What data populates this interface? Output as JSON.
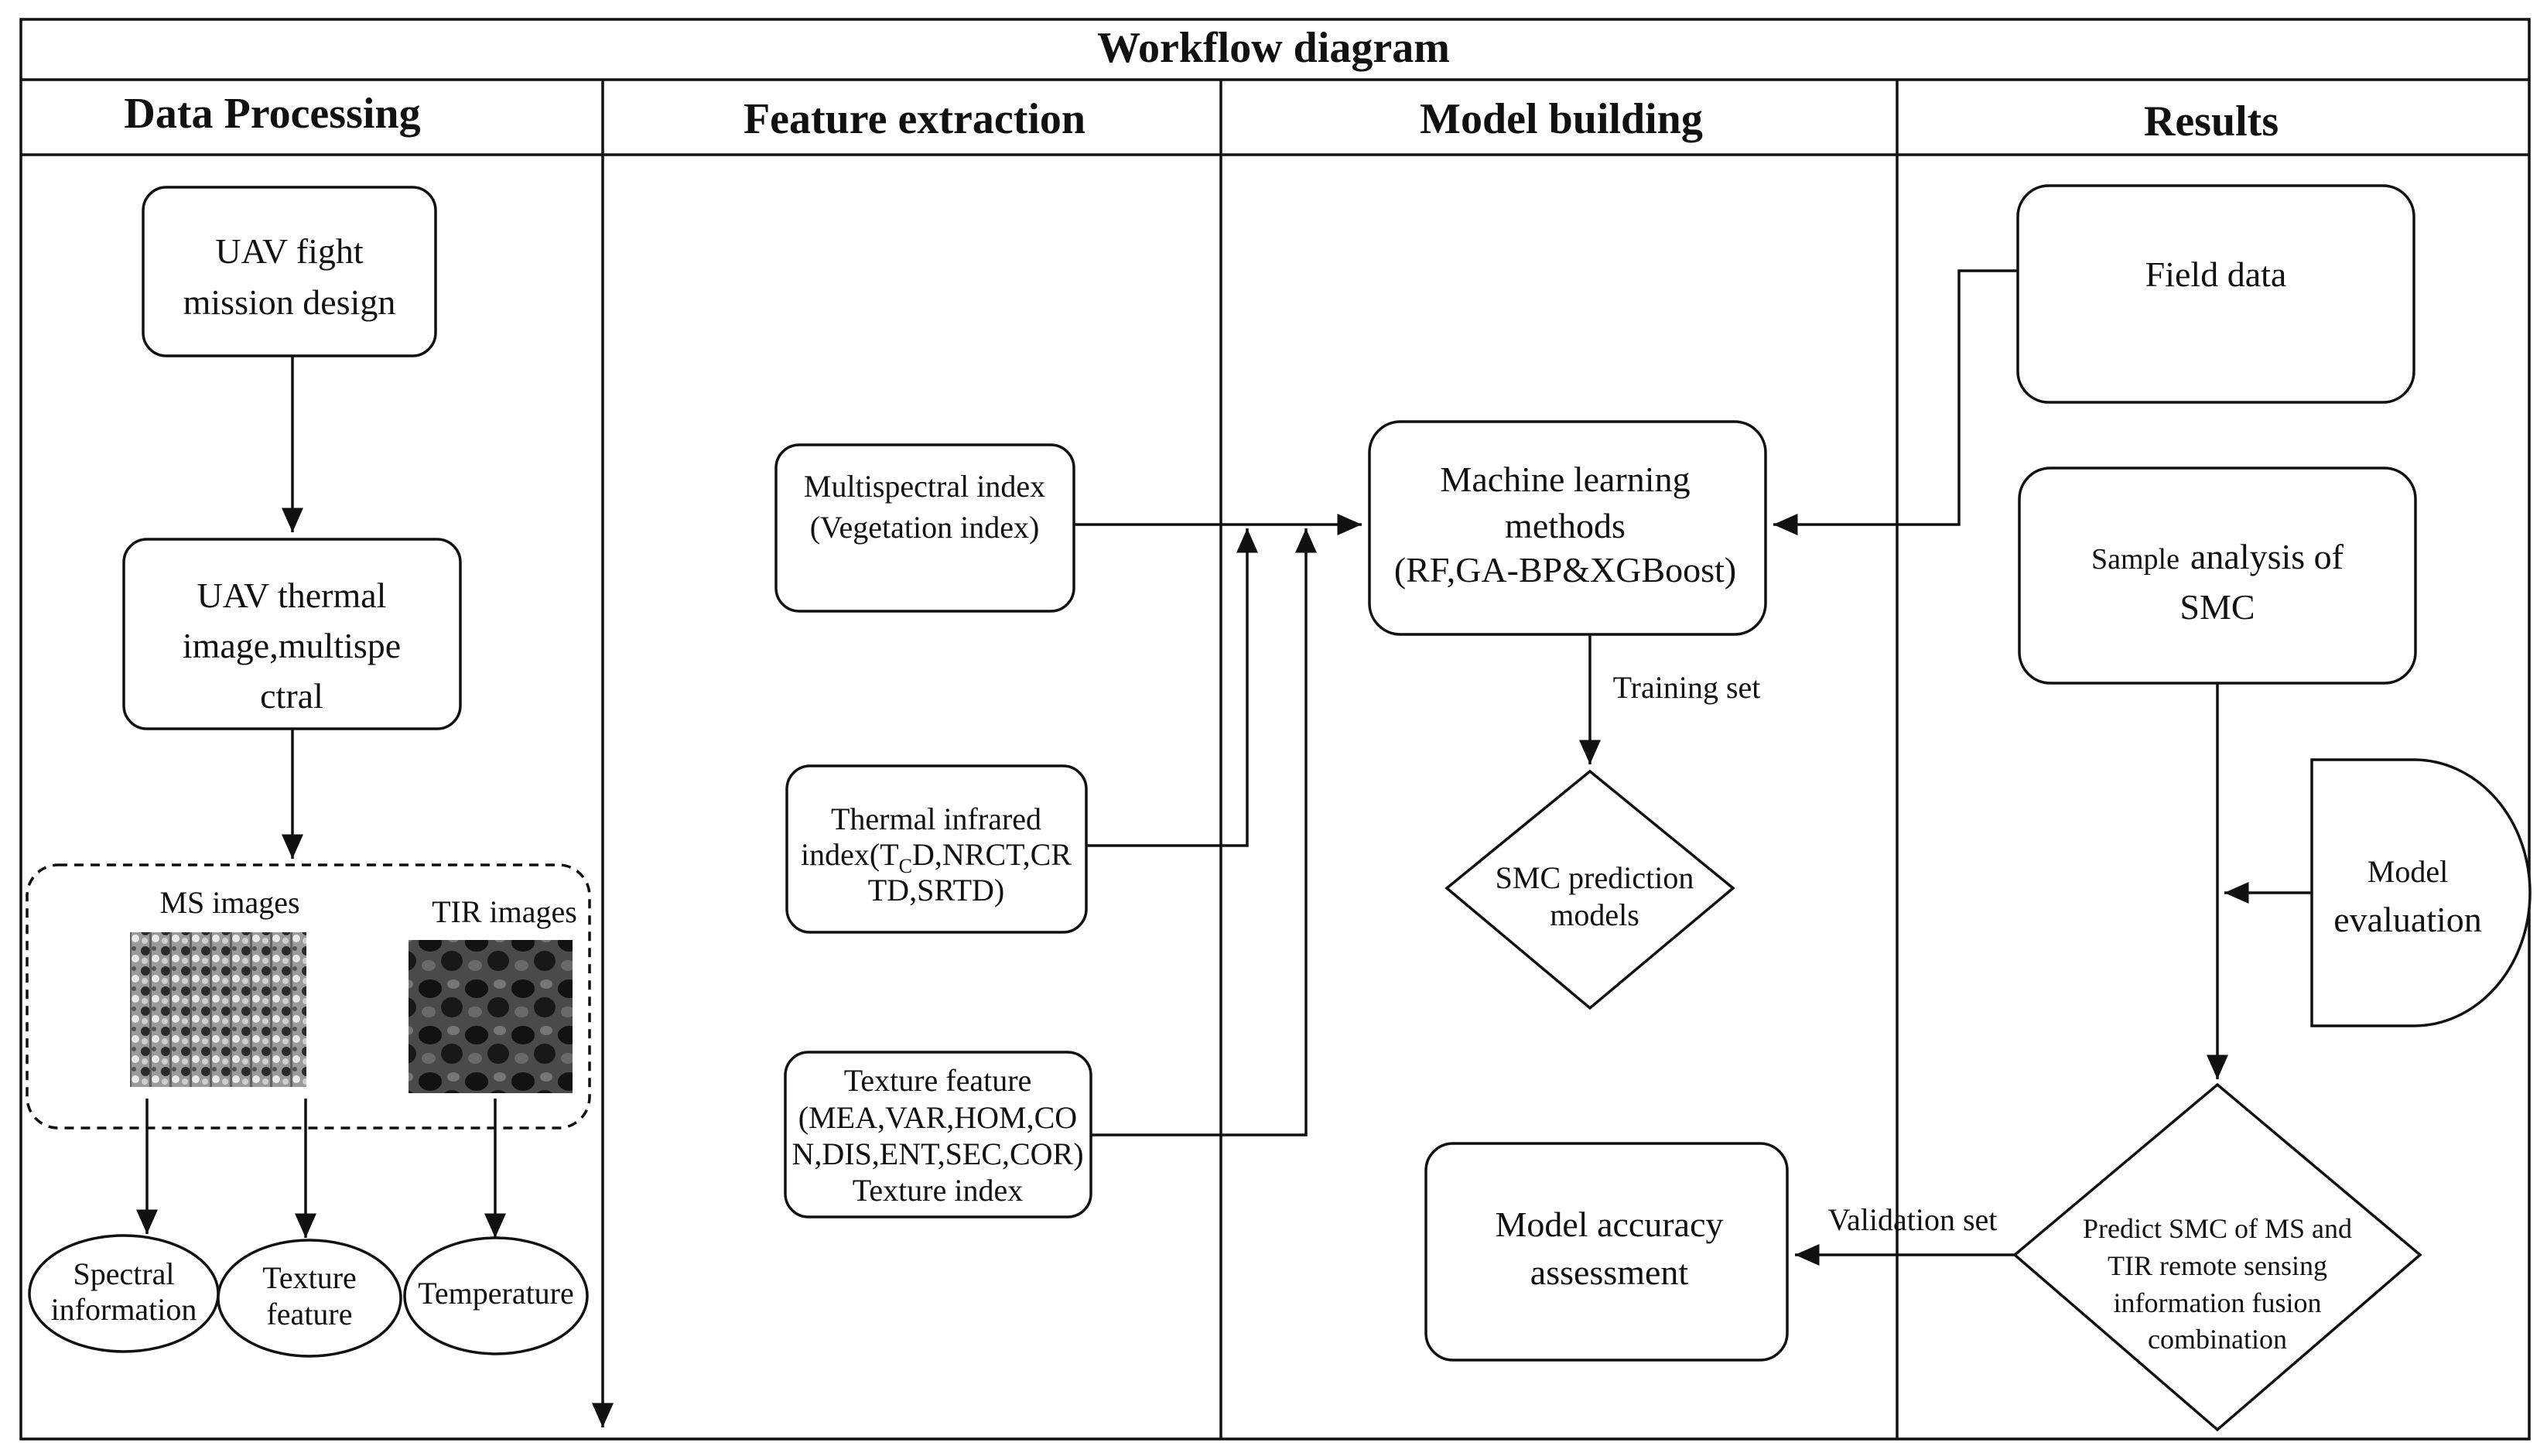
{
  "title": "Workflow diagram",
  "columns": {
    "data_processing": "Data Processing",
    "feature_extraction": "Feature extraction",
    "model_building": "Model building",
    "results": "Results"
  },
  "data_processing": {
    "mission_design": [
      "UAV fight",
      "mission design"
    ],
    "uav_images": [
      "UAV thermal",
      "image,multispe",
      "ctral"
    ],
    "ms_images": "MS images",
    "tir_images": "TIR images",
    "spectral_information": [
      "Spectral",
      "information"
    ],
    "texture_feature": [
      "Texture",
      "feature"
    ],
    "temperature": "Temperature"
  },
  "feature_extraction": {
    "multispectral_index": [
      "Multispectral index",
      "(Vegetation index)"
    ],
    "thermal_index": {
      "line1": "Thermal infrared",
      "line2_pre": "index(T",
      "line2_sub": "C",
      "line2_post": "D,NRCT,CR",
      "line3": "TD,SRTD)"
    },
    "texture_index": [
      "Texture feature",
      "(MEA,VAR,HOM,CO",
      "N,DIS,ENT,SEC,COR)",
      "Texture index"
    ]
  },
  "model_building": {
    "ml_methods": [
      "Machine learning",
      "methods",
      "(RF,GA-BP&XGBoost)"
    ],
    "training_set": "Training set",
    "prediction_models": [
      "SMC prediction",
      "models"
    ],
    "accuracy_assessment": [
      "Model accuracy",
      "assessment"
    ],
    "validation_set": "Validation set"
  },
  "results": {
    "field_data": "Field data",
    "sample_analysis_small": "Sample",
    "sample_analysis_rest": "analysis of",
    "sample_analysis_line2": "SMC",
    "model_evaluation": [
      "Model",
      "evaluation"
    ],
    "predict_smc": [
      "Predict SMC of MS and",
      "TIR remote sensing",
      "information fusion",
      "combination"
    ]
  },
  "colors": {
    "line": "#111111",
    "background": "#ffffff"
  }
}
